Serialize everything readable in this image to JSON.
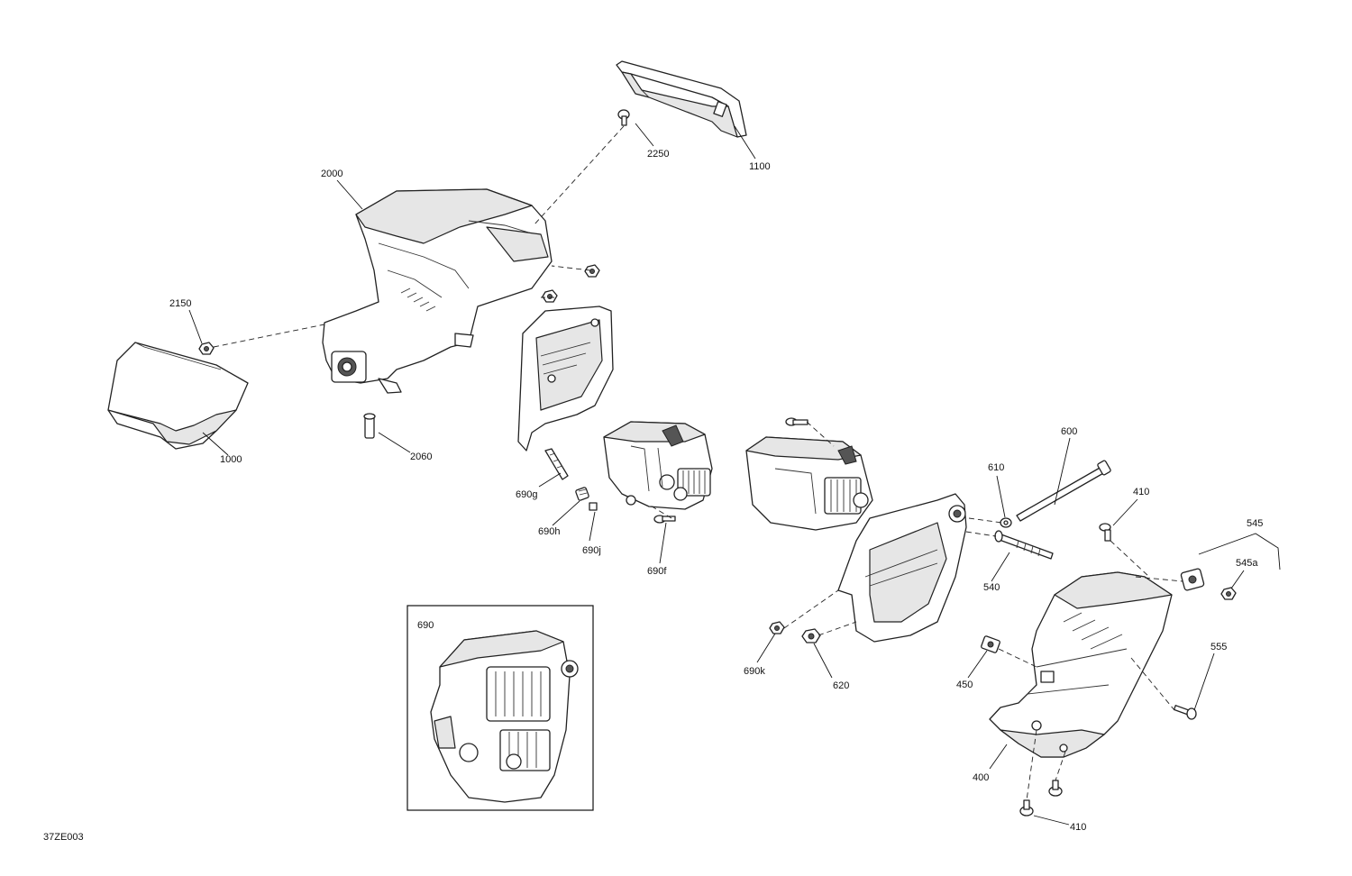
{
  "diagram_code": "37ZE003",
  "inset_label": "690",
  "callouts": {
    "c1000": "1000",
    "c1100": "1100",
    "c2000": "2000",
    "c2060": "2060",
    "c2150": "2150",
    "c2250": "2250",
    "c690g": "690g",
    "c690h": "690h",
    "c690j": "690j",
    "c690f": "690f",
    "c690k": "690k",
    "c620": "620",
    "c600": "600",
    "c610": "610",
    "c540": "540",
    "c410a": "410",
    "c410b": "410",
    "c545": "545",
    "c545a": "545a",
    "c555": "555",
    "c450": "450",
    "c400": "400"
  }
}
